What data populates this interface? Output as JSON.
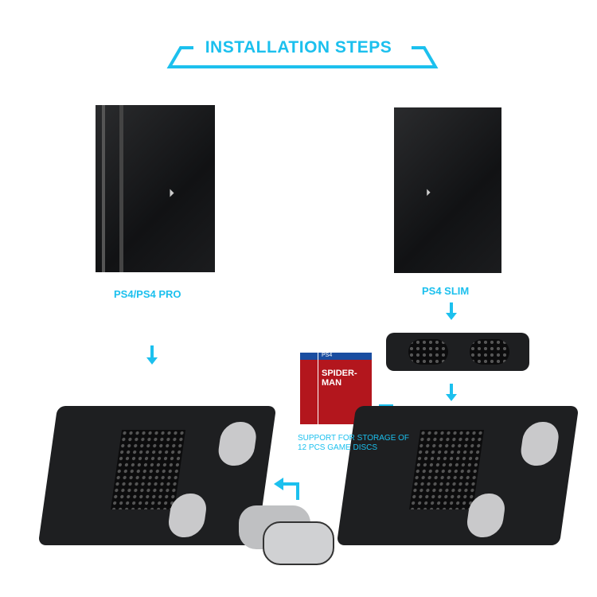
{
  "header": {
    "title": "INSTALLATION STEPS"
  },
  "labels": {
    "ps4_pro": "PS4/PS4 PRO",
    "ps4_slim": "PS4 SLIM"
  },
  "games": {
    "title": "SPIDER-MAN",
    "platform": "PS4",
    "caption_line1": "SUPPORT FOR STORAGE OF",
    "caption_line2": "12 PCS GAME DISCS"
  },
  "colors": {
    "accent": "#1cc0ee",
    "product": "#1e1f21"
  }
}
